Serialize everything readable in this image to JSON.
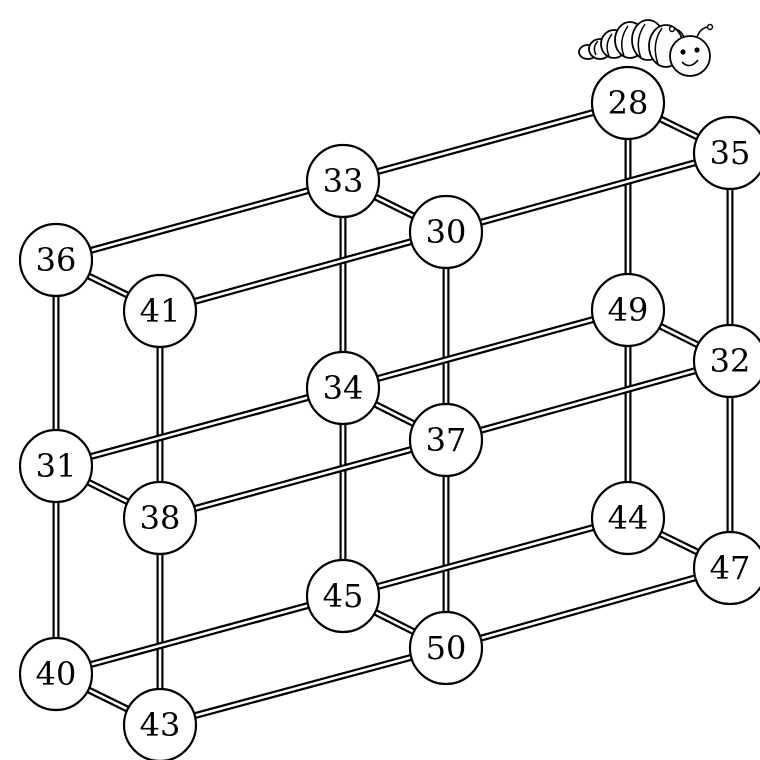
{
  "nodes": [
    {
      "id": "n28",
      "label": "28"
    },
    {
      "id": "n35",
      "label": "35"
    },
    {
      "id": "n33",
      "label": "33"
    },
    {
      "id": "n30",
      "label": "30"
    },
    {
      "id": "n36",
      "label": "36"
    },
    {
      "id": "n41",
      "label": "41"
    },
    {
      "id": "n49",
      "label": "49"
    },
    {
      "id": "n32",
      "label": "32"
    },
    {
      "id": "n34",
      "label": "34"
    },
    {
      "id": "n37",
      "label": "37"
    },
    {
      "id": "n31",
      "label": "31"
    },
    {
      "id": "n38",
      "label": "38"
    },
    {
      "id": "n44",
      "label": "44"
    },
    {
      "id": "n47",
      "label": "47"
    },
    {
      "id": "n45",
      "label": "45"
    },
    {
      "id": "n50",
      "label": "50"
    },
    {
      "id": "n40",
      "label": "40"
    },
    {
      "id": "n43",
      "label": "43"
    }
  ],
  "edges": [
    [
      "n28",
      "n33"
    ],
    [
      "n28",
      "n35"
    ],
    [
      "n28",
      "n49"
    ],
    [
      "n35",
      "n30"
    ],
    [
      "n35",
      "n32"
    ],
    [
      "n33",
      "n36"
    ],
    [
      "n33",
      "n30"
    ],
    [
      "n33",
      "n34"
    ],
    [
      "n30",
      "n41"
    ],
    [
      "n30",
      "n37"
    ],
    [
      "n36",
      "n41"
    ],
    [
      "n36",
      "n31"
    ],
    [
      "n41",
      "n38"
    ],
    [
      "n49",
      "n34"
    ],
    [
      "n49",
      "n32"
    ],
    [
      "n49",
      "n44"
    ],
    [
      "n32",
      "n37"
    ],
    [
      "n32",
      "n47"
    ],
    [
      "n34",
      "n31"
    ],
    [
      "n34",
      "n37"
    ],
    [
      "n34",
      "n45"
    ],
    [
      "n37",
      "n38"
    ],
    [
      "n37",
      "n50"
    ],
    [
      "n31",
      "n38"
    ],
    [
      "n31",
      "n40"
    ],
    [
      "n38",
      "n43"
    ],
    [
      "n44",
      "n45"
    ],
    [
      "n44",
      "n47"
    ],
    [
      "n47",
      "n50"
    ],
    [
      "n45",
      "n40"
    ],
    [
      "n45",
      "n50"
    ],
    [
      "n50",
      "n43"
    ],
    [
      "n40",
      "n43"
    ]
  ],
  "caterpillar_icon": "caterpillar-icon"
}
